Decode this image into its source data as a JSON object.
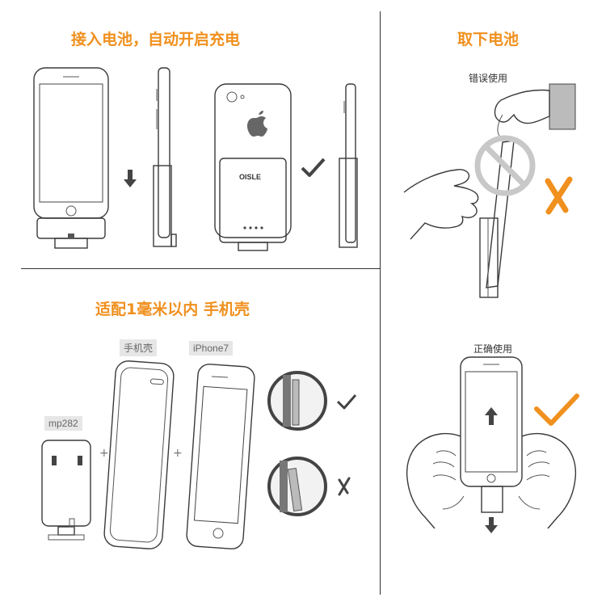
{
  "panel_insert": {
    "title": "接入电池，自动开启充电",
    "brand_label": "OISLE"
  },
  "panel_remove": {
    "title": "取下电池",
    "wrong_caption": "错误使用",
    "correct_caption": "正确使用"
  },
  "panel_compat": {
    "title": "适配1毫米以内 手机壳",
    "case_tag": "手机壳",
    "iphone_tag": "iPhone7",
    "battery_tag": "mp282",
    "plus": "+"
  },
  "colors": {
    "accent": "#f0901e",
    "line": "#333333",
    "tag_bg": "#e6e6e6"
  },
  "icons": [
    "down-arrow-icon",
    "up-arrow-icon",
    "check-icon",
    "cross-icon",
    "no-entry-icon",
    "apple-logo-icon",
    "hand-icon"
  ]
}
